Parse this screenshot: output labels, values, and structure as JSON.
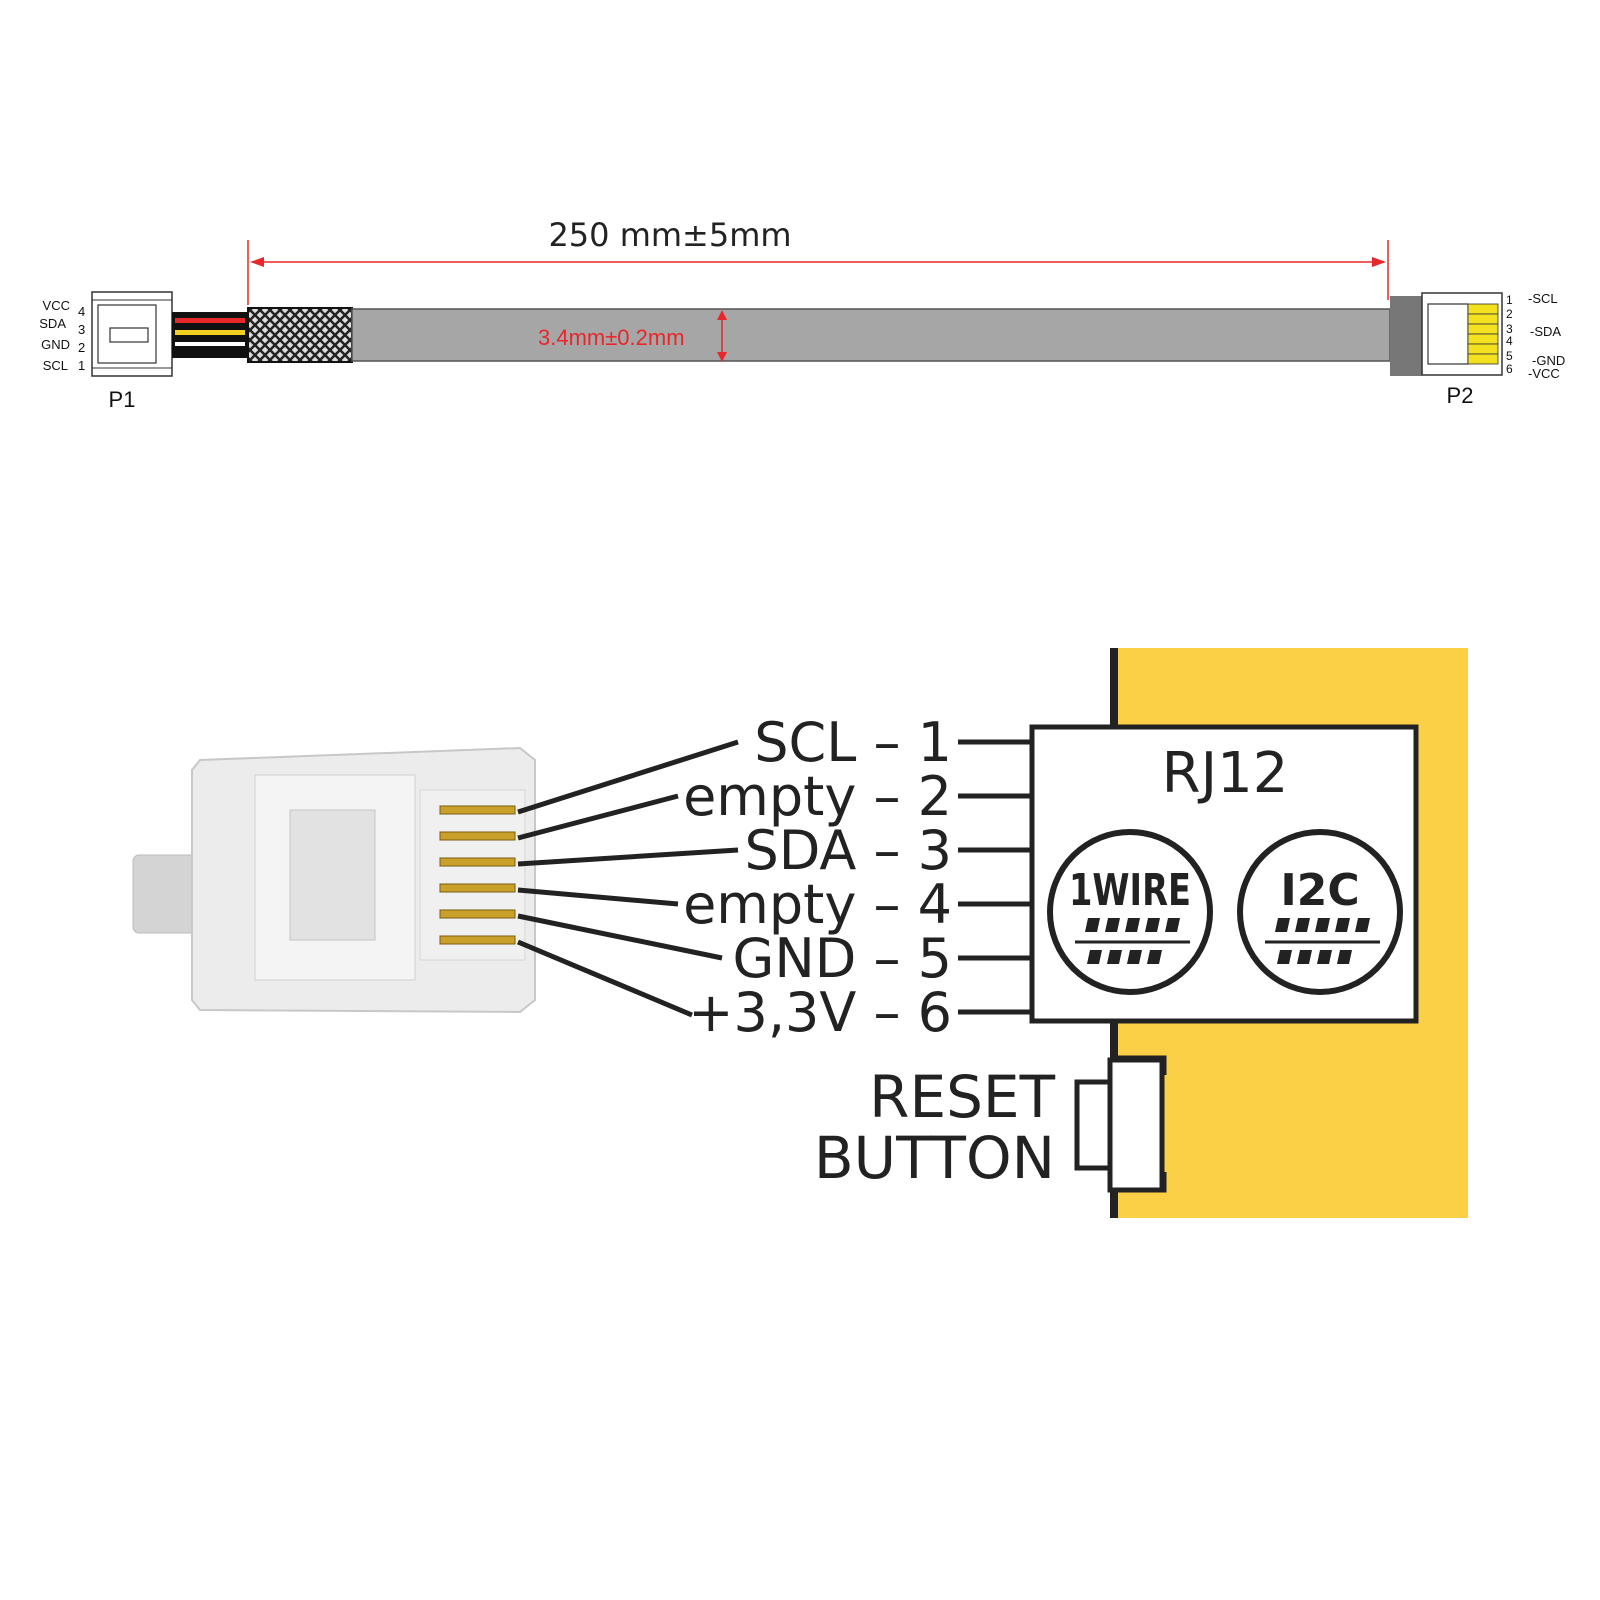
{
  "cable": {
    "length_label": "250 mm±5mm",
    "diameter_label": "3.4mm±0.2mm",
    "p1": {
      "label": "P1",
      "pins": [
        {
          "name": "VCC",
          "num": "4"
        },
        {
          "name": "SDA",
          "num": "3"
        },
        {
          "name": "GND",
          "num": "2"
        },
        {
          "name": "SCL",
          "num": "1"
        }
      ]
    },
    "p2": {
      "label": "P2",
      "pin_numbers": [
        "1",
        "2",
        "3",
        "4",
        "5",
        "6"
      ],
      "pin_names": [
        "-SCL",
        "-SDA",
        "-GND",
        "-VCC"
      ]
    }
  },
  "pinout": {
    "pins": [
      "SCL – 1",
      "empty – 2",
      "SDA – 3",
      "empty – 4",
      "GND – 5",
      "+3,3V – 6"
    ],
    "connector_label": "RJ12",
    "badges": [
      "1WIRE",
      "I2C"
    ],
    "reset_line1": "RESET",
    "reset_line2": "BUTTON"
  },
  "colors": {
    "board": "#fcd046",
    "dim_red": "#e8272a",
    "cable_gray": "#a6a6a6"
  }
}
